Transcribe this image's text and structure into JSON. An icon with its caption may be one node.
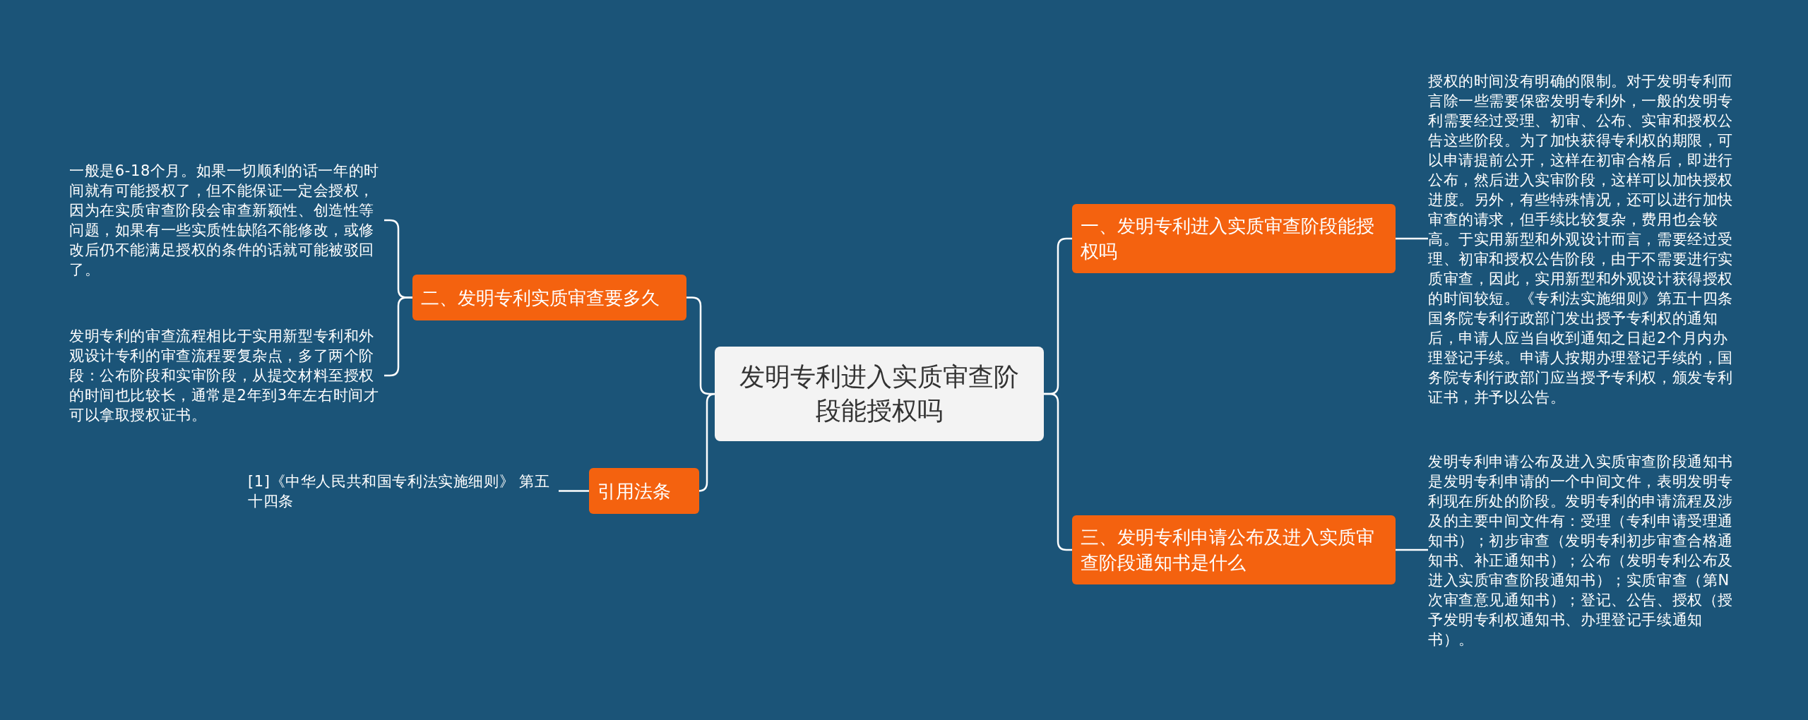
{
  "diagram": {
    "nodes": [
      {
        "text": [
          "发明专利进入实质审查阶段能授权吗"
        ]
      },
      {
        "text": [
          "二、发明专利实质审查要多久"
        ]
      },
      {
        "text": [
          "一般是6-18个月。如果一切顺利的话一年的时间就有可能授权了，但不能保证一定会授权，因为在实质审查阶段会审查新颖性、创造性等问题，如果有一些实质性缺陷不能修改，或修改后仍不能满足授权的条件的话就可能被驳回了。"
        ]
      },
      {
        "text": [
          "发明专利的审查流程相比于实用新型专利和外观设计专利的审查流程要复杂点，多了两个阶段：公布阶段和实审阶段，从提交材料至授权的时间也比较长，通常是2年到3年左右时间才可以拿取授权证书。"
        ]
      },
      {
        "text": [
          "引用法条"
        ]
      },
      {
        "text": [
          "[1]《中华人民共和国专利法实施细则》 第五十四条"
        ]
      },
      {
        "text": [
          "一、发明专利进入实质审查阶段能授权吗"
        ]
      },
      {
        "text": [
          "授权的时间没有明确的限制。对于发明专利而言除一些需要保密发明专利外，一般的发明专利需要经过受理、初审、公布、实审和授权公告这些阶段。为了加快获得专利权的期限，可以申请提前公开，这样在初审合格后，即进行公布，然后进入实审阶段，这样可以加快授权进度。另外，有些特殊情况，还可以进行加快审查的请求，但手续比较复杂，费用也会较高。于实用新型和外观设计而言，需要经过受理、初审和授权公告阶段，由于不需要进行实质审查，因此，实用新型和外观设计获得授权的时间较短。《专利法实施细则》第五十四条国务院专利行政部门发出授予专利权的通知后，申请人应当自收到通知之日起2个月内办理登记手续。申请人按期办理登记手续的，国务院专利行政部门应当授予专利权，颁发专利证书，并予以公告。"
        ]
      },
      {
        "text": [
          "三、发明专利申请公布及进入实质审查阶段通知书是什么"
        ]
      },
      {
        "text": [
          "发明专利申请公布及进入实质审查阶段通知书是发明专利申请的一个中间文件，表明发明专利现在所处的阶段。发明专利的申请流程及涉及的主要中间文件有：受理（专利申请受理通知书）；初步审查（发明专利初步审查合格通知书、补正通知书）；公布（发明专利公布及进入实质审查阶段通知书）；实质审查（第N次审查意见通知书）；登记、公告、授权（授予发明专利权通知书、办理登记手续通知书）。"
        ]
      }
    ],
    "edges": [
      {
        "from": 0,
        "to": 1,
        "arrow": "none"
      },
      {
        "from": 1,
        "to": 2,
        "arrow": "none"
      },
      {
        "from": 1,
        "to": 3,
        "arrow": "none"
      },
      {
        "from": 0,
        "to": 4,
        "arrow": "none"
      },
      {
        "from": 4,
        "to": 5,
        "arrow": "none"
      },
      {
        "from": 0,
        "to": 6,
        "arrow": "none"
      },
      {
        "from": 6,
        "to": 7,
        "arrow": "none"
      },
      {
        "from": 0,
        "to": 8,
        "arrow": "none"
      },
      {
        "from": 8,
        "to": 9,
        "arrow": "none"
      }
    ]
  }
}
